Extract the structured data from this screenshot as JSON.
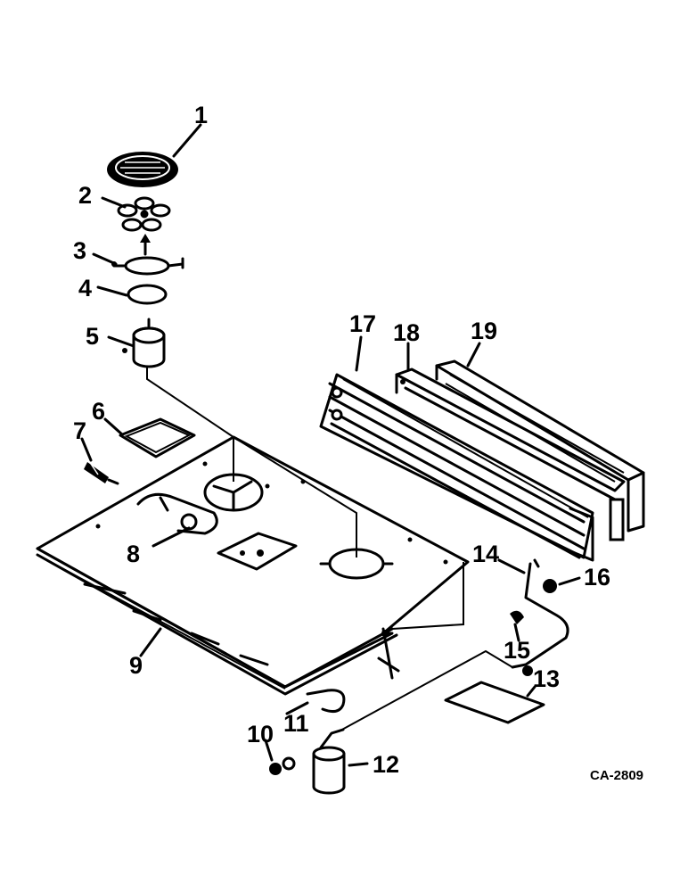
{
  "diagram": {
    "drawing_number": "CA-2809",
    "callouts": [
      {
        "id": "1",
        "label": "1"
      },
      {
        "id": "2",
        "label": "2"
      },
      {
        "id": "3",
        "label": "3"
      },
      {
        "id": "4",
        "label": "4"
      },
      {
        "id": "5",
        "label": "5"
      },
      {
        "id": "6",
        "label": "6"
      },
      {
        "id": "7",
        "label": "7"
      },
      {
        "id": "8",
        "label": "8"
      },
      {
        "id": "9",
        "label": "9"
      },
      {
        "id": "10",
        "label": "10"
      },
      {
        "id": "11",
        "label": "11"
      },
      {
        "id": "12",
        "label": "12"
      },
      {
        "id": "13",
        "label": "13"
      },
      {
        "id": "14",
        "label": "14"
      },
      {
        "id": "15",
        "label": "15"
      },
      {
        "id": "16",
        "label": "16"
      },
      {
        "id": "17",
        "label": "17"
      },
      {
        "id": "18",
        "label": "18"
      },
      {
        "id": "19",
        "label": "19"
      }
    ]
  }
}
